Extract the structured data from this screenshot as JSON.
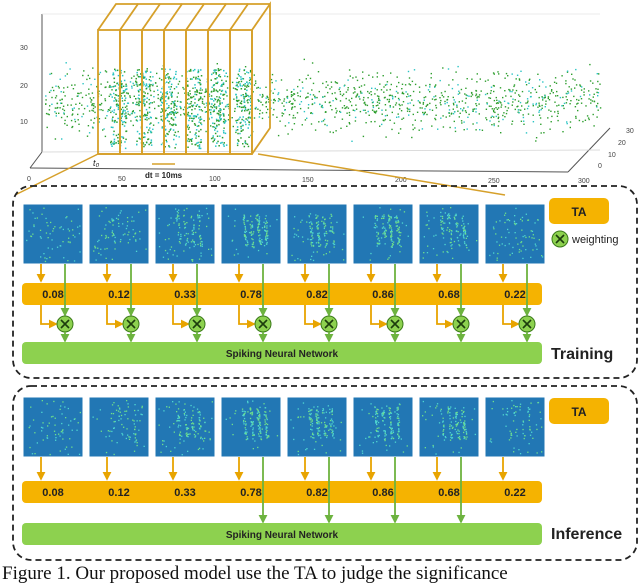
{
  "scatter": {
    "y_ticks": [
      "10",
      "20",
      "30"
    ],
    "x_ticks": [
      "0",
      "50",
      "100",
      "150",
      "200",
      "250",
      "300"
    ],
    "z_ticks": [
      "0",
      "10",
      "20",
      "30"
    ],
    "t0_label": "t₀",
    "dt_label": "dt = 10ms",
    "colors": {
      "green": "#2e9e2e",
      "cyan": "#29c4c4",
      "frame": "#d6a02a"
    }
  },
  "training": {
    "ta_label": "TA",
    "weighting_label": "weighting",
    "weights": [
      "0.08",
      "0.12",
      "0.33",
      "0.78",
      "0.82",
      "0.86",
      "0.68",
      "0.22"
    ],
    "snn_label": "Spiking Neural Network",
    "phase_label": "Training"
  },
  "inference": {
    "ta_label": "TA",
    "weights": [
      "0.08",
      "0.12",
      "0.33",
      "0.78",
      "0.82",
      "0.86",
      "0.68",
      "0.22"
    ],
    "snn_label": "Spiking Neural Network",
    "phase_label": "Inference"
  },
  "caption": "Figure 1. Our proposed model use the TA to judge the significance",
  "colors": {
    "orange": "#f5b301",
    "green_bar": "#8dd14f",
    "green_line": "#7cc24a",
    "frame_blue": "#2277b4",
    "thumb_border": "#ffffff"
  }
}
